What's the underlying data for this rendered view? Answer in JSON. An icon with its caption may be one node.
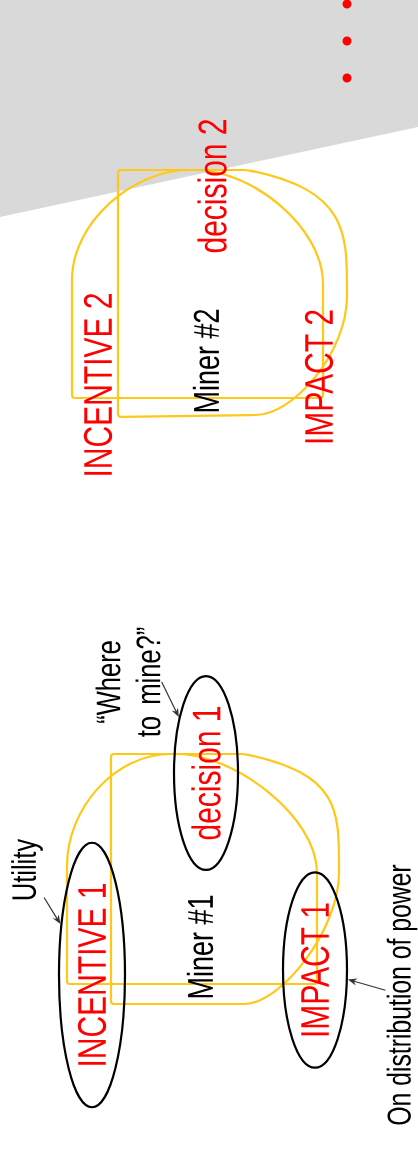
{
  "diagram": {
    "nodes": [
      {
        "text": [
          "Miner #2"
        ]
      },
      {
        "text": [
          "Miner #1"
        ]
      },
      {
        "text": [
          "INCENTIVE 1"
        ]
      },
      {
        "text": [
          "decision 1"
        ]
      },
      {
        "text": [
          "IMPACT 1"
        ]
      },
      {
        "text": [
          "Utility"
        ]
      },
      {
        "text": [
          "“Where to mine?”"
        ]
      },
      {
        "text": [
          "On distribution of power"
        ]
      }
    ],
    "edges": [
      {
        "from": 5,
        "to": 2,
        "arrow": "to"
      },
      {
        "from": 6,
        "to": 3,
        "arrow": "to"
      },
      {
        "from": 7,
        "to": 4,
        "arrow": "to"
      }
    ],
    "labels": [
      "decision 2",
      "INCENTIVE 2",
      "IMPACT 2"
    ]
  }
}
